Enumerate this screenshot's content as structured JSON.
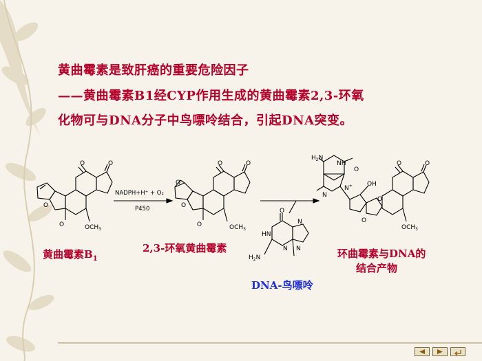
{
  "title": {
    "line1": "黄曲霉素是致肝癌的重要危险因子",
    "line2": "——黄曲霉素B1经CYP作用生成的黄曲霉素2,3-环氧",
    "line3": "化物可与DNA分子中鸟嘌呤结合，引起DNA突变。"
  },
  "labels": {
    "aflatoxin_b1_prefix": "黄曲霉素B",
    "aflatoxin_b1_sub": "1",
    "epoxide": "2,3-环氧黄曲霉素",
    "dna_guanine": "DNA-鸟嘌呤",
    "adduct_line1": "环曲霉素与DNA的",
    "adduct_line2": "结合产物"
  },
  "reaction": {
    "reagent_top": "NADPH+H⁺ + O₂",
    "reagent_bottom": "P450"
  },
  "nav": {
    "prev_icon": "triangle-left-icon",
    "next_icon": "triangle-right-icon",
    "return_icon": "return-icon"
  },
  "colors": {
    "title": "#b3002a",
    "blue_label": "#1f2fd0",
    "background": "#f7f3ea"
  }
}
